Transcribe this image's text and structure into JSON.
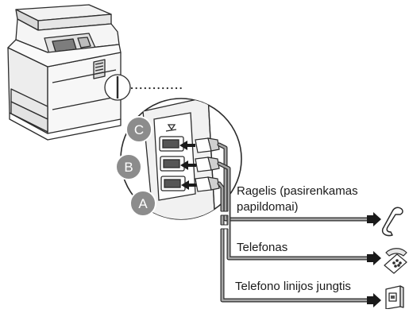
{
  "badges": {
    "a": "A",
    "b": "B",
    "c": "C"
  },
  "labels": {
    "handset_line1": "Ragelis (pasirenkamas",
    "handset_line2": "papildomai)",
    "telephone": "Telefonas",
    "line_jack": "Telefono linijos jungtis"
  },
  "colors": {
    "badge": "#8c8c8c",
    "cable": "#9a9a9a",
    "outline": "#2b2b2b"
  },
  "icons": {
    "handset": "handset-icon",
    "telephone": "telephone-icon",
    "wall_jack": "wall-jack-icon"
  }
}
